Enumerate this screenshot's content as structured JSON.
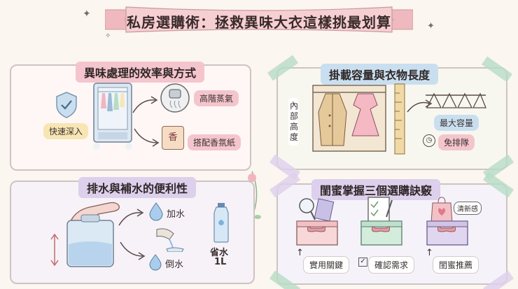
{
  "title": "私房選購術：拯救異味大衣這樣挑最划算",
  "panel_odor": {
    "title": "異味處理的效率與方式",
    "label_fast": "快速深入",
    "label_steam": "高階蒸氣",
    "label_scent": "搭配香氛紙",
    "scent_tag": "香"
  },
  "panel_capacity": {
    "title": "掛載容量與衣物長度",
    "label_height": "內部高度",
    "label_max": "最大容量",
    "label_queue": "免排隊"
  },
  "panel_water": {
    "title": "排水與補水的便利性",
    "label_add": "加水",
    "label_drain": "倒水",
    "label_save": "省水",
    "label_volume": "1L"
  },
  "panel_tips": {
    "title": "閨蜜掌握三個選購訣竅",
    "tip1": "實用關鍵",
    "tip2": "確認需求",
    "tip3": "閨蜜推薦",
    "fresh_tag": "清新感"
  },
  "colors": {
    "ribbon": "#f6cfd3",
    "pink": "#f4c5cd",
    "blue": "#c9dff0",
    "mint": "#b6dcc5",
    "lavender": "#ddd0ec",
    "yellow": "#f7e6b3"
  }
}
